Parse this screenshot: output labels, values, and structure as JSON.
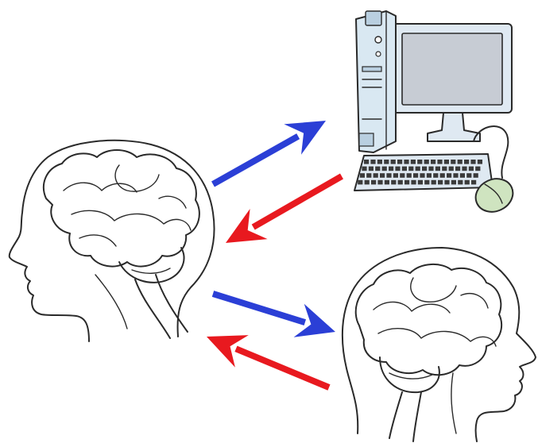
{
  "colors": {
    "arrow_to_target": "#2b3fd6",
    "arrow_from_target": "#e8191f",
    "computer_body": "#d9e8f2",
    "computer_screen": "#c7ccd4",
    "mouse": "#cfe4c0"
  },
  "arrows": [
    {
      "color_key": "arrow_to_target"
    },
    {
      "color_key": "arrow_from_target"
    },
    {
      "color_key": "arrow_to_target"
    },
    {
      "color_key": "arrow_from_target"
    }
  ],
  "icons": {
    "left_head": "head-with-brain-icon",
    "computer": "desktop-computer-icon",
    "right_head": "head-with-brain-icon"
  }
}
